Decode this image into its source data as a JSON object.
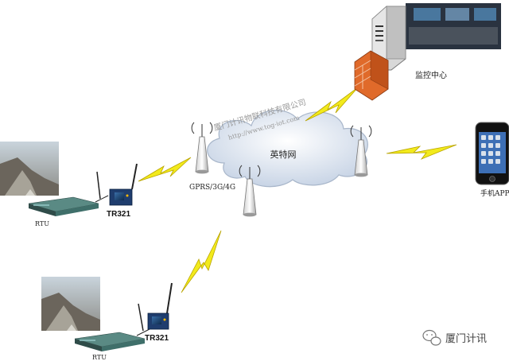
{
  "watermark": {
    "company": "厦门计讯物联科技有限公司",
    "url": "http://www.tog-iot.com"
  },
  "labels": {
    "internet": "英特网",
    "network": "GPRS/3G/4G",
    "monitor_center": "监控中心",
    "phone_app": "手机APP",
    "device_top": "TR321",
    "device_bottom": "TR321",
    "rtu_top": "RTU",
    "rtu_bottom": "RTU",
    "brand": "厦门计讯"
  },
  "colors": {
    "lightning": "#f2ea1c",
    "lightning_stroke": "#b9a400",
    "cloud": "#e8eef6",
    "firewall": "#e06a2a",
    "device": "#1f3d6e",
    "rtu": "#3f6f6a"
  },
  "icons": {
    "server": "server-icon",
    "firewall": "firewall-icon",
    "phone": "smartphone-icon",
    "antenna": "antenna-tower-icon",
    "lightning": "wireless-link-icon",
    "brand": "wechat-icon"
  }
}
